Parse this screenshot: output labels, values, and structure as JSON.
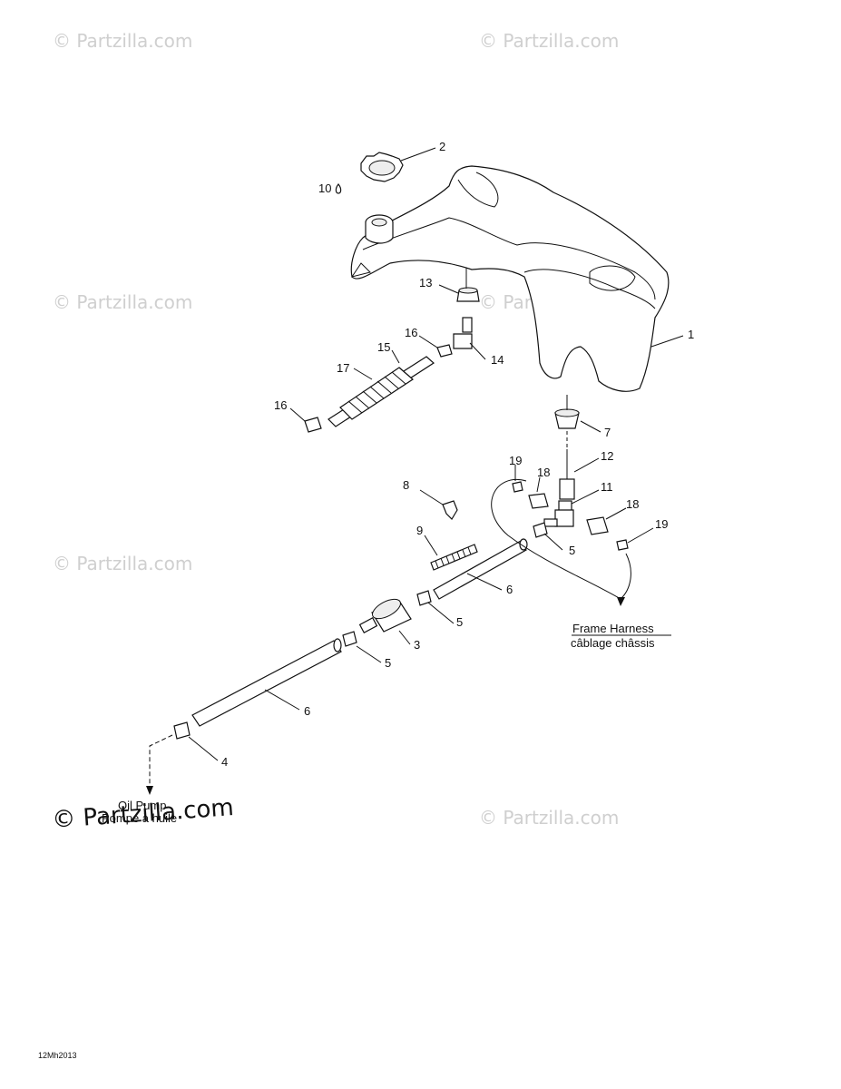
{
  "watermarks": {
    "w1": "© Partzilla.com",
    "w2": "© Partzilla.com",
    "w3": "© Partzilla.com",
    "w4": "© Partzilla.com",
    "w5": "© Partzilla.com",
    "w6": "© Partzilla.com",
    "main": "© Partzilla.com"
  },
  "callouts": {
    "c1": "1",
    "c2": "2",
    "c3": "3",
    "c4": "4",
    "c5a": "5",
    "c5b": "5",
    "c5c": "5",
    "c6a": "6",
    "c6b": "6",
    "c7": "7",
    "c8": "8",
    "c9": "9",
    "c10": "10",
    "c11": "11",
    "c12": "12",
    "c13": "13",
    "c14": "14",
    "c15": "15",
    "c16a": "16",
    "c16b": "16",
    "c17": "17",
    "c18a": "18",
    "c18b": "18",
    "c19a": "19",
    "c19b": "19"
  },
  "notes": {
    "frame_harness_en": "Frame Harness",
    "frame_harness_fr": "câblage châssis",
    "oil_pump_en": "Oil Pump",
    "oil_pump_fr": "Pompe à huile"
  },
  "footer": {
    "code": "12Mh2013"
  }
}
